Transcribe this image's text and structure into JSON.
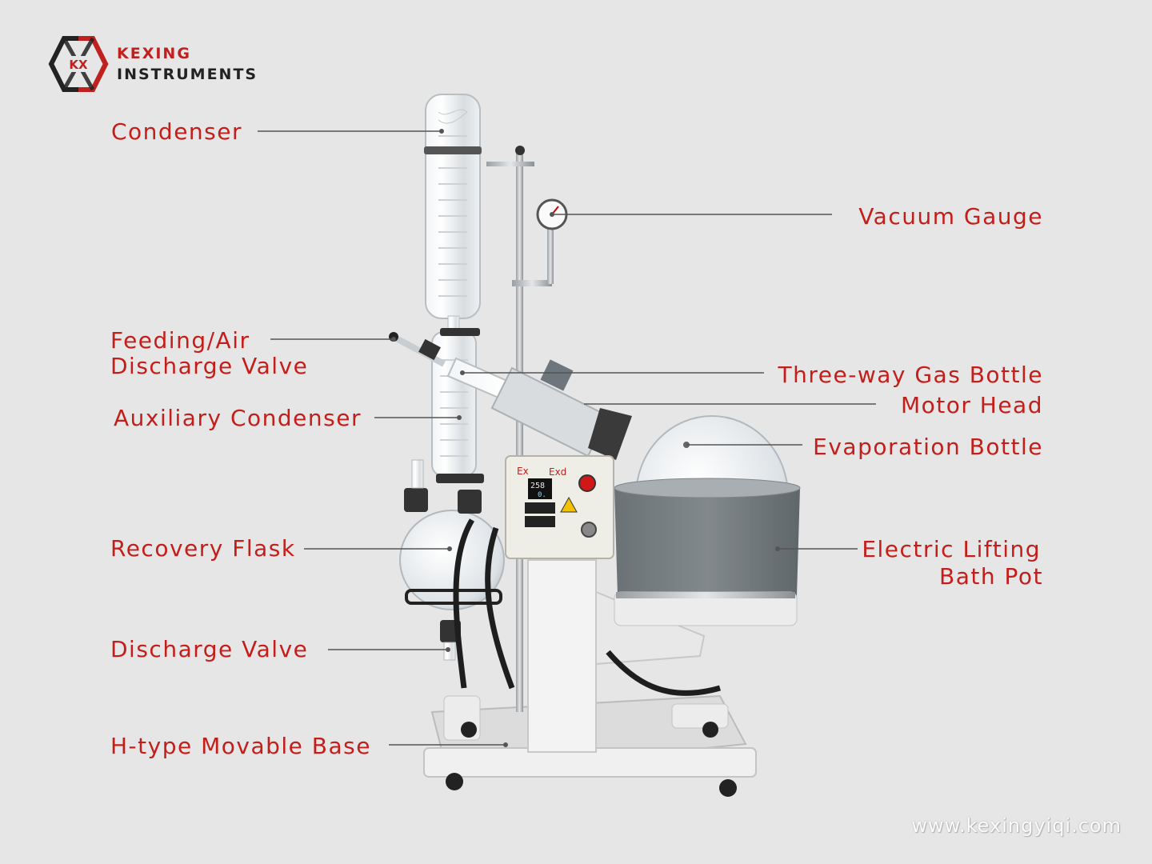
{
  "brand": {
    "name_top": "KEXING",
    "name_bottom": "INSTRUMENTS",
    "logo_mark": "KX",
    "accent": "#c41e1a"
  },
  "labels": {
    "condenser": "Condenser",
    "vacuum_gauge": "Vacuum Gauge",
    "feeding_valve_1": "Feeding/Air",
    "feeding_valve_2": "Discharge Valve",
    "three_way": "Three-way Gas Bottle",
    "motor_head": "Motor Head",
    "aux_condenser": "Auxiliary Condenser",
    "evap_bottle": "Evaporation Bottle",
    "recovery_flask": "Recovery Flask",
    "bath_pot_1": "Electric Lifting",
    "bath_pot_2": "Bath Pot",
    "discharge_valve": "Discharge Valve",
    "base": "H-type Movable Base"
  },
  "panel": {
    "ex": "Ex",
    "exd": "Exd",
    "display_top": "258",
    "display_bottom": "0."
  },
  "website": "www.kexingyiqi.com"
}
